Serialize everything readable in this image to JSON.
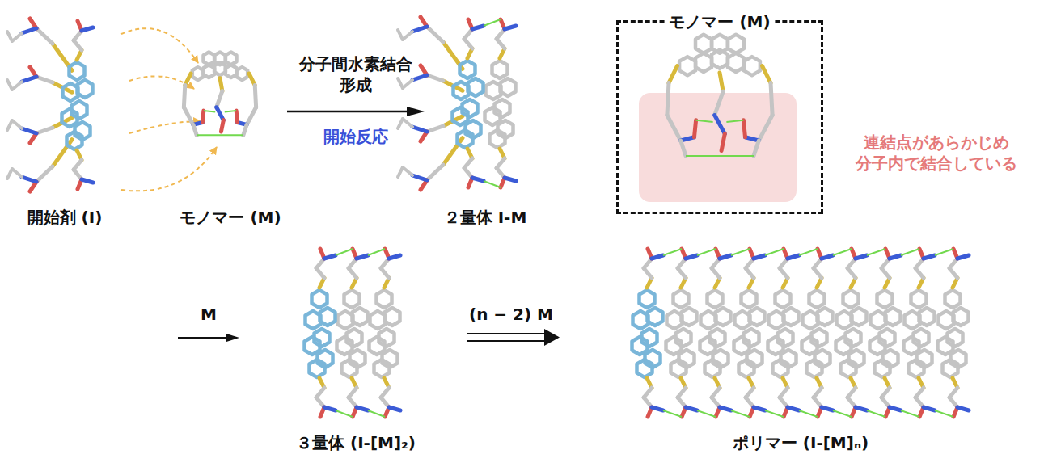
{
  "diagram": {
    "nodes": [
      {
        "text": [
          "モノマー (M)"
        ]
      }
    ],
    "labels": [
      "開始剤 (I)",
      "モノマー (M)",
      "分子間水素結合 形成",
      "開始反応",
      "２量体 I-M",
      "連結点があらかじめ 分子内で結合している",
      "M",
      "３量体 (I-[M]₂)",
      "(n − 2) M",
      "ポリマー (I-[M]ₙ)"
    ]
  }
}
